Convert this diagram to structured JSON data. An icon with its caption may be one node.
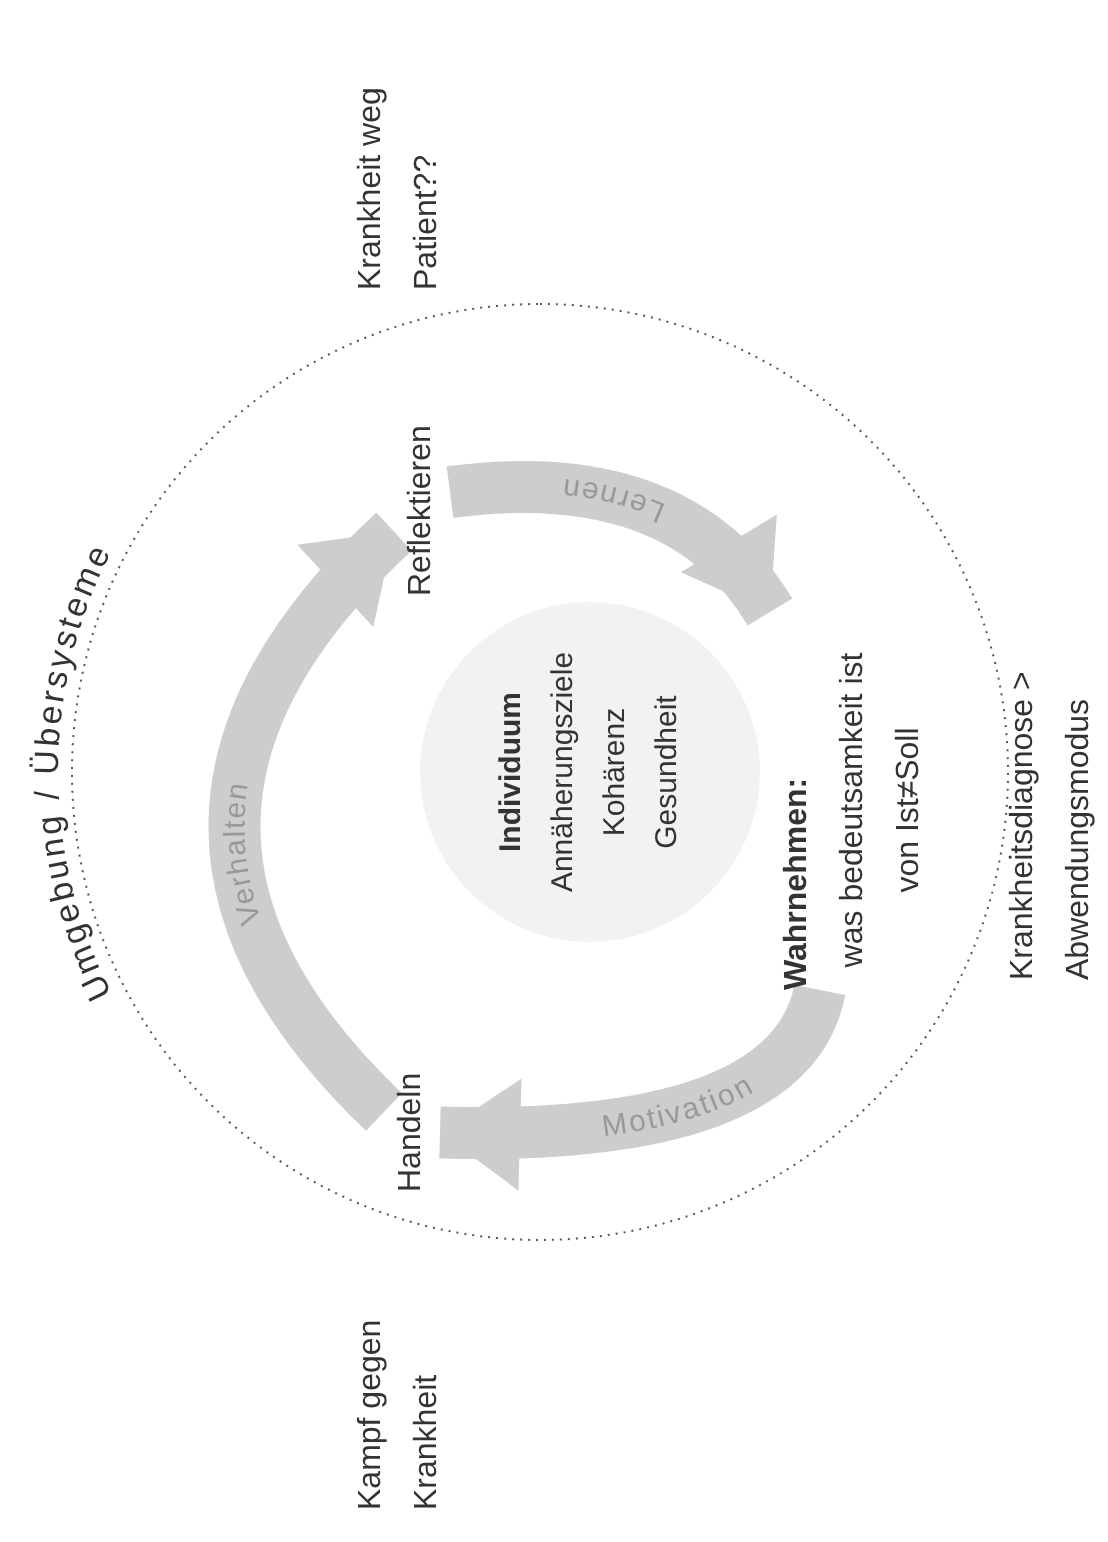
{
  "diagram": {
    "nodes": [
      {
        "text": [
          "Umgebung / Übersysteme"
        ]
      },
      {
        "text": [
          "Handeln"
        ],
        "in": 0
      },
      {
        "text": [
          "Reflektieren"
        ],
        "in": 0
      },
      {
        "text": [
          "Individuum",
          "Annäherungsziele Kohärenz Gesundheit"
        ],
        "in": 0
      },
      {
        "text": [
          "Wahrnehmen:",
          "was bedeutsamkeit ist von Ist≠Soll"
        ],
        "in": 0
      }
    ],
    "edges": [
      {
        "from": 1,
        "to": 2,
        "arrow": "to",
        "label": "Verhalten"
      },
      {
        "from": 2,
        "to": 4,
        "arrow": "to",
        "label": "Lernen"
      },
      {
        "from": 4,
        "to": 1,
        "arrow": "to",
        "label": "Motivation"
      }
    ],
    "labels": [
      "Kampf gegen Krankheit",
      "Krankheit weg Patient??",
      "Krankheitsdiagnose > Abwendungsmodus"
    ]
  }
}
